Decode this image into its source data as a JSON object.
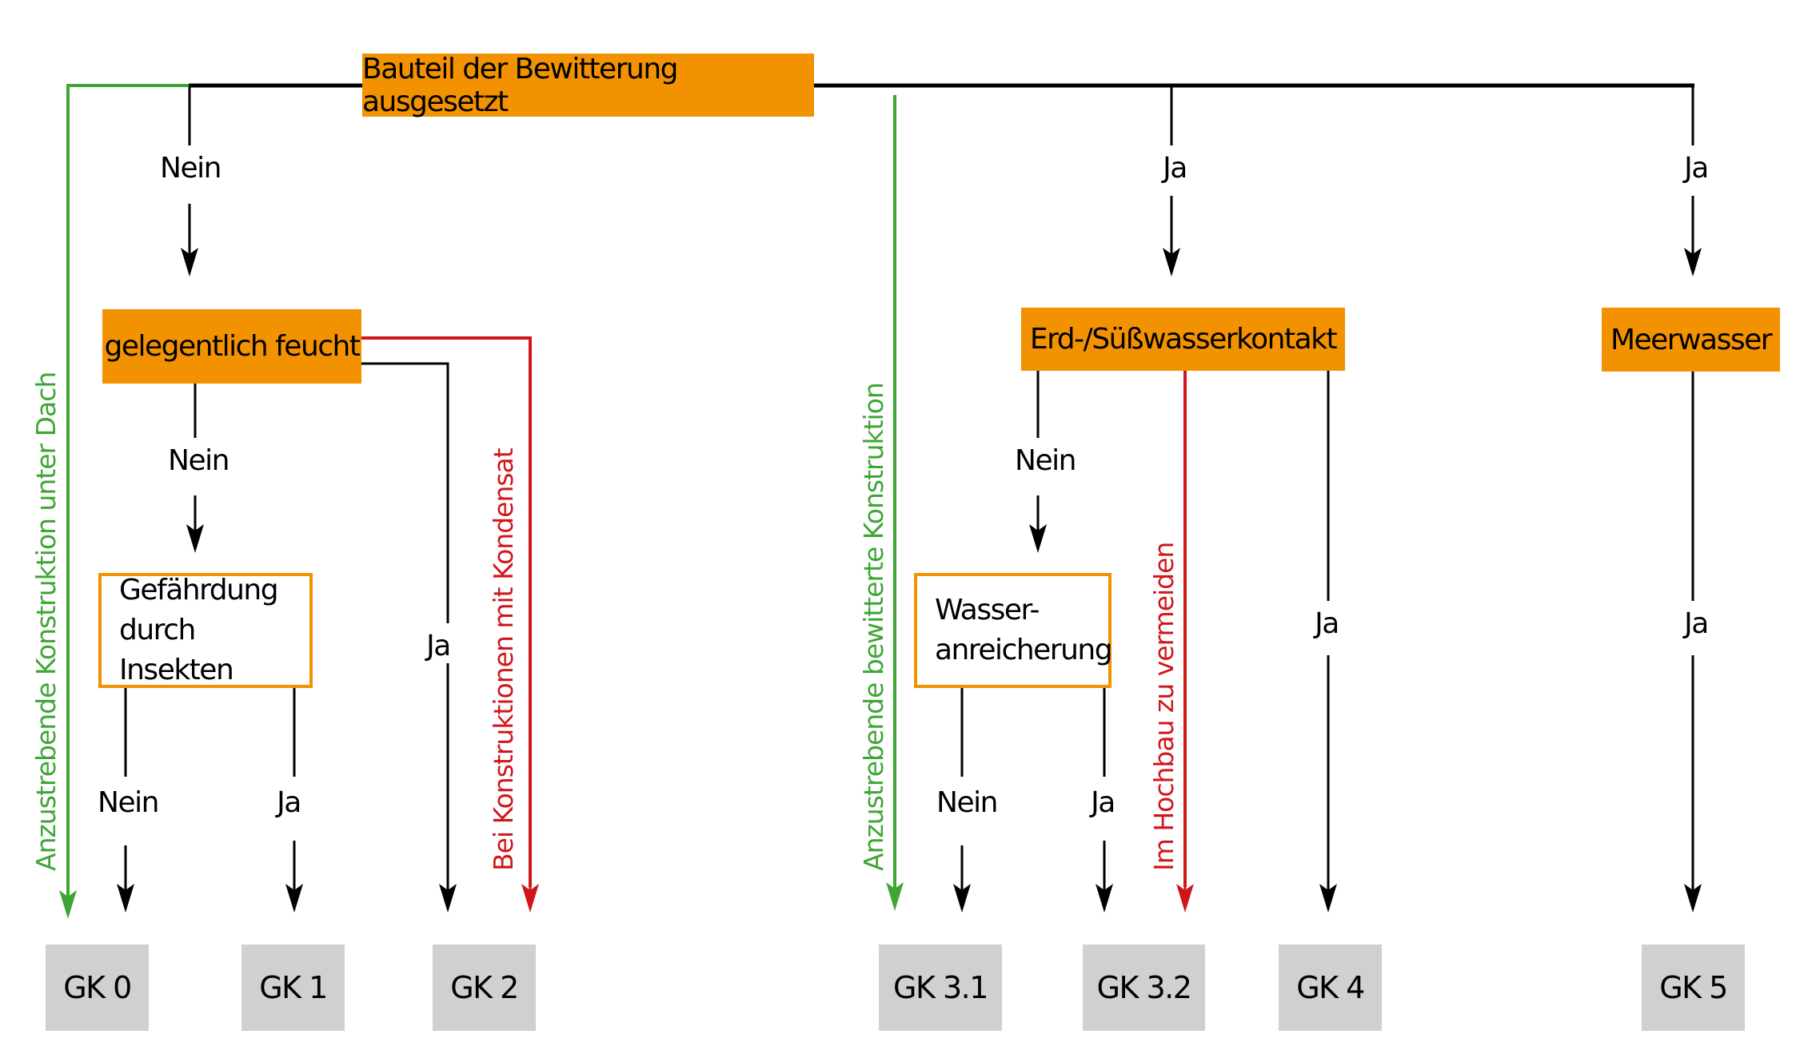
{
  "colors": {
    "decision_fill": "#f39200",
    "class_fill": "#d0d0d0",
    "line_black": "#000000",
    "line_green": "#3fa535",
    "line_red": "#d0161b"
  },
  "nodes": {
    "root": "Bauteil der Bewitterung ausgesetzt",
    "occasionally_wet": "gelegentlich feucht",
    "insects_line1": "Gefährdung",
    "insects_line2": "durch Insekten",
    "soil_freshwater": "Erd-/Süßwasserkontakt",
    "water_line1": "Wasser-",
    "water_line2": "anreicherung",
    "seawater": "Meerwasser"
  },
  "edge_labels": {
    "root_no": "Nein",
    "root_yes_soil": "Ja",
    "root_yes_sea": "Ja",
    "wet_no": "Nein",
    "wet_yes": "Ja",
    "insects_no": "Nein",
    "insects_yes": "Ja",
    "soil_no": "Nein",
    "soil_yes": "Ja",
    "water_no": "Nein",
    "water_yes": "Ja",
    "sea_yes": "Ja"
  },
  "annotations": {
    "green_left": "Anzustrebende Konstruktion unter Dach",
    "red_left": "Bei Konstruktionen mit Kondensat",
    "green_right": "Anzustrebende bewitterte Konstruktion",
    "red_right": "Im Hochbau zu vermeiden"
  },
  "classes": [
    "GK 0",
    "GK 1",
    "GK 2",
    "GK 3.1",
    "GK 3.2",
    "GK 4",
    "GK 5"
  ]
}
